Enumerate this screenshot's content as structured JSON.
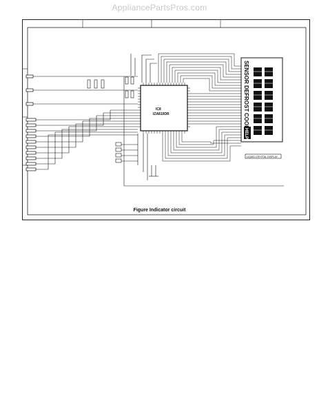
{
  "watermark": "AppliancePartsPros.com",
  "figure": {
    "caption": "Figure Indicator circuit",
    "ic": {
      "ref": "IC8",
      "part": "IZA810DR"
    },
    "display": {
      "label": "LIQUID CRYSTAL DISPLAY",
      "words": [
        "SENSOR",
        "DEFROST",
        "COOK",
        "HELP"
      ]
    }
  }
}
